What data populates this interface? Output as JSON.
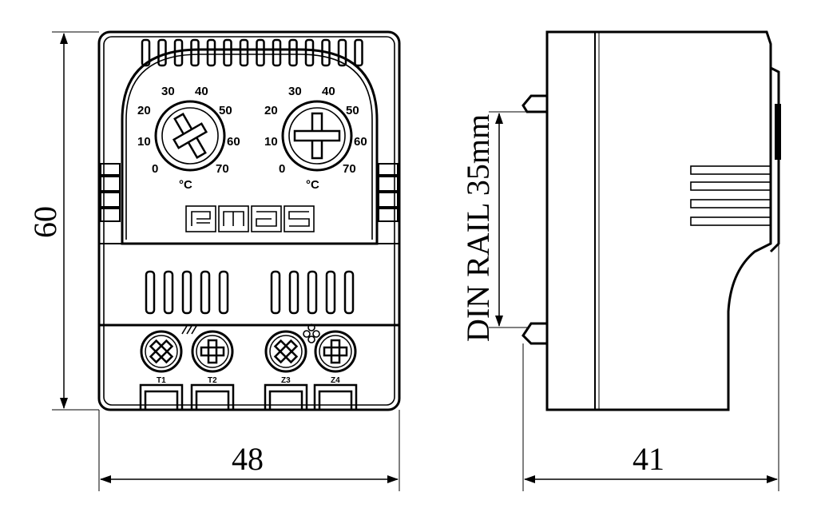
{
  "dimensions": {
    "height": "60",
    "width_front": "48",
    "depth_side": "41",
    "din_rail": "DIN RAIL 35mm"
  },
  "dials": [
    {
      "scale": [
        "0",
        "10",
        "20",
        "30",
        "40",
        "50",
        "60",
        "70"
      ],
      "unit": "°C"
    },
    {
      "scale": [
        "0",
        "10",
        "20",
        "30",
        "40",
        "50",
        "60",
        "70"
      ],
      "unit": "°C"
    }
  ],
  "brand": "emas",
  "terminals": [
    "T1",
    "T2",
    "Z3",
    "Z4"
  ],
  "colors": {
    "line": "#000000",
    "background": "#ffffff"
  }
}
